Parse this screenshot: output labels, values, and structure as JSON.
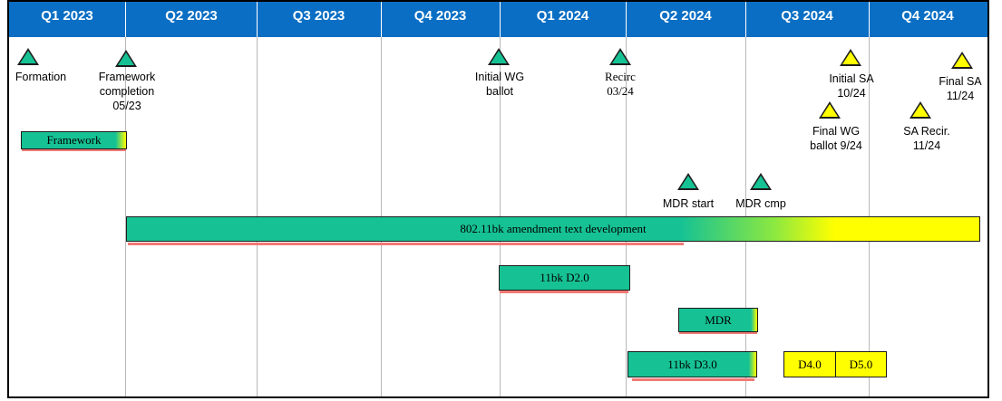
{
  "colors": {
    "header": "#0a6fc4",
    "bar_green": "#16c294",
    "bar_yellow": "#ffff00",
    "underline_red": "#f17a76",
    "milestone_green": "#16c294",
    "milestone_yellow": "#ffff00"
  },
  "quarters": [
    "Q1 2023",
    "Q2 2023",
    "Q3 2023",
    "Q4 2023",
    "Q1 2024",
    "Q2 2024",
    "Q3 2024",
    "Q4 2024"
  ],
  "milestones": [
    {
      "id": "formation",
      "label": "Formation",
      "color": "green"
    },
    {
      "id": "framework-completion",
      "label": "Framework\ncompletion\n05/23",
      "color": "green"
    },
    {
      "id": "initial-wg-ballot",
      "label": "Initial WG\nballot",
      "color": "green"
    },
    {
      "id": "recirc",
      "label": "Recirc\n03/24",
      "color": "green"
    },
    {
      "id": "mdr-start",
      "label": "MDR start",
      "color": "green"
    },
    {
      "id": "mdr-cmp",
      "label": "MDR cmp",
      "color": "green"
    },
    {
      "id": "initial-sa",
      "label": "Initial SA\n10/24",
      "color": "yellow"
    },
    {
      "id": "final-wg-ballot",
      "label": "Final WG\nballot 9/24",
      "color": "yellow"
    },
    {
      "id": "sa-recir",
      "label": "SA Recir.\n11/24",
      "color": "yellow"
    },
    {
      "id": "final-sa",
      "label": "Final SA\n11/24",
      "color": "yellow"
    }
  ],
  "bars": [
    {
      "id": "framework",
      "label": "Framework"
    },
    {
      "id": "amendment-text",
      "label": "802.11bk amendment text development"
    },
    {
      "id": "d2",
      "label": "11bk D2.0"
    },
    {
      "id": "mdr",
      "label": "MDR"
    },
    {
      "id": "d3",
      "label": "11bk D3.0"
    },
    {
      "id": "d4",
      "label": "D4.0"
    },
    {
      "id": "d5",
      "label": "D5.0"
    }
  ]
}
